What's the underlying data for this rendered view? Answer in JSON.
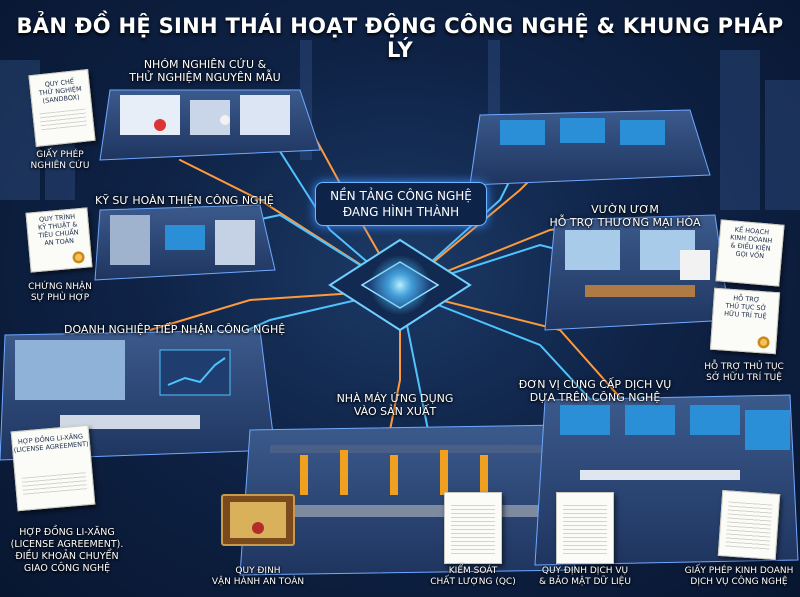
{
  "title": "BẢN ĐỒ HỆ SINH THÁI HOẠT ĐỘNG CÔNG NGHỆ & KHUNG PHÁP LÝ",
  "center": {
    "line1": "NỀN TẢNG CÔNG NGHỆ",
    "line2": "ĐANG HÌNH THÀNH"
  },
  "zones": {
    "research": {
      "line1": "NHÓM NGHIÊN CỨU &",
      "line2": "THỬ NGHIỆM NGUYÊN MẪU"
    },
    "engineers": {
      "line1": "KỸ SƯ HOÀN THIỆN CÔNG NGHỆ"
    },
    "enterprise": {
      "line1": "DOANH NGHIỆP TIẾP NHẬN CÔNG NGHỆ"
    },
    "factory": {
      "line1": "NHÀ MÁY ỨNG DỤNG",
      "line2": "VÀO SẢN XUẤT"
    },
    "incubator": {
      "line1": "VƯỜN ƯƠM",
      "line2": "HỖ TRỢ THƯƠNG MẠI HÓA"
    },
    "service": {
      "line1": "ĐƠN VỊ CUNG CẤP DỊCH VỤ",
      "line2": "DỰA TRÊN CÔNG NGHỆ"
    }
  },
  "documents": {
    "sandbox": {
      "doc_line1": "QUY CHẾ",
      "doc_line2": "THỬ NGHIỆM",
      "doc_line3": "(SANDBOX)",
      "label_line1": "GIẤY PHÉP",
      "label_line2": "NGHIÊN CỨU"
    },
    "standards": {
      "doc_line1": "QUY TRÌNH",
      "doc_line2": "KỸ THUẬT &",
      "doc_line3": "TIÊU CHUẨN",
      "doc_line4": "AN TOÀN",
      "label_line1": "CHỨNG NHẬN",
      "label_line2": "SỰ PHÙ HỢP"
    },
    "license": {
      "doc_line1": "HỢP ĐỒNG LI-XĂNG",
      "doc_line2": "(LICENSE AGREEMENT)",
      "label_line1": "HỢP ĐỒNG LI-XĂNG",
      "label_line2": "(LICENSE AGREEMENT).",
      "label_line3": "ĐIỀU KHOẢN CHUYỂN",
      "label_line4": "GIAO CÔNG NGHỆ"
    },
    "safety": {
      "label_line1": "QUY ĐỊNH",
      "label_line2": "VẬN HÀNH AN TOÀN"
    },
    "qc": {
      "label_line1": "KIỂM SOÁT",
      "label_line2": "CHẤT LƯỢNG (QC)"
    },
    "data_security": {
      "label_line1": "QUY ĐỊNH DỊCH VỤ",
      "label_line2": "& BẢO MẬT DỮ LIỆU"
    },
    "business_license": {
      "label_line1": "GIẤY PHÉP KINH DOANH",
      "label_line2": "DỊCH VỤ CÔNG NGHỆ"
    },
    "business_plan": {
      "doc_line1": "KẾ HOẠCH",
      "doc_line2": "KINH DOANH",
      "doc_line3": "& ĐIỀU KIỆN",
      "doc_line4": "GỌI VỐN"
    },
    "ip": {
      "doc_line1": "HỖ TRỢ",
      "doc_line2": "THỦ TỤC SỞ",
      "doc_line3": "HỮU TRÍ TUỆ",
      "label_line1": "HỖ TRỢ THỦ TỤC",
      "label_line2": "SỞ HỮU TRÍ TUỆ"
    }
  },
  "colors": {
    "background": "#0f2347",
    "flow_orange": "#ff9a3c",
    "flow_cyan": "#4fc3ff",
    "platform": "#2a4470",
    "chip_glow": "#6fd0ff"
  }
}
